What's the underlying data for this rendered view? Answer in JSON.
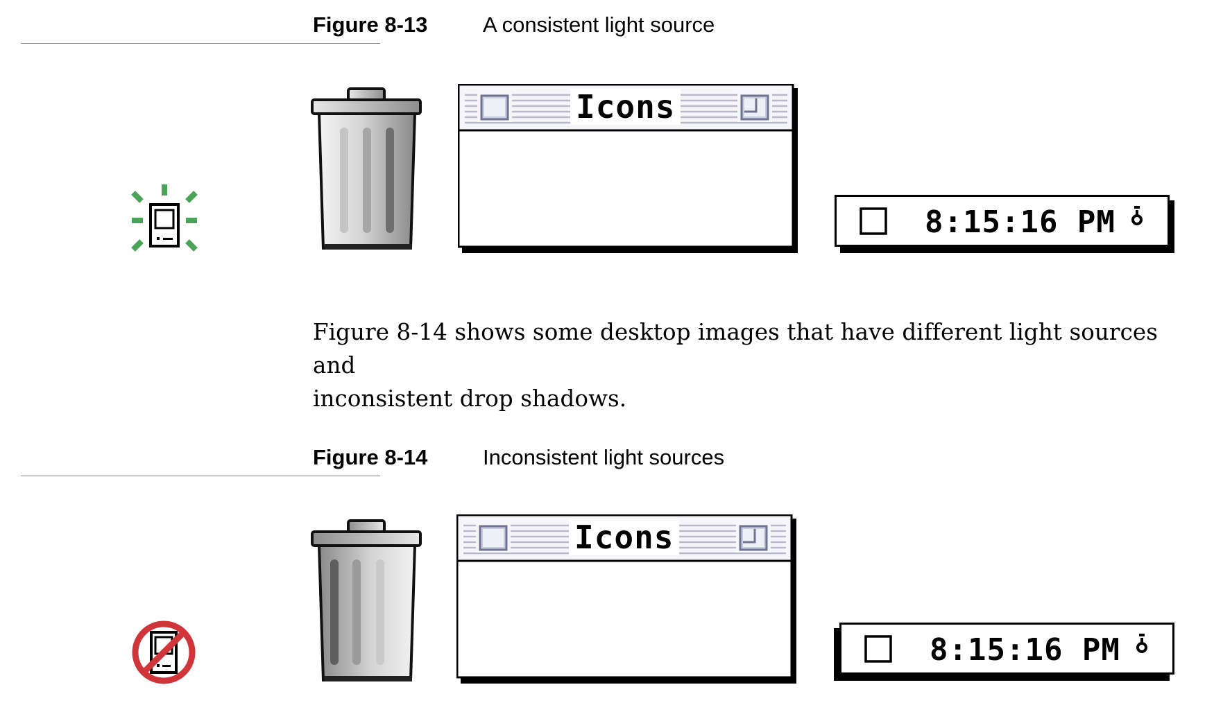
{
  "figure_13": {
    "number": "Figure 8-13",
    "title": "A consistent light source",
    "window_title": "Icons",
    "clock_time": "8:15:16 PM",
    "margin_icon": "good-practice-icon"
  },
  "body": {
    "line1": "Figure 8-14 shows some desktop images that have different light sources and",
    "line2": "inconsistent drop shadows."
  },
  "figure_14": {
    "number": "Figure 8-14",
    "title": "Inconsistent light sources",
    "window_title": "Icons",
    "clock_time": "8:15:16 PM",
    "margin_icon": "bad-practice-icon"
  },
  "colors": {
    "good_icon": "#4aa357",
    "bad_icon": "#d0353a",
    "rule": "#7a7a7a"
  }
}
